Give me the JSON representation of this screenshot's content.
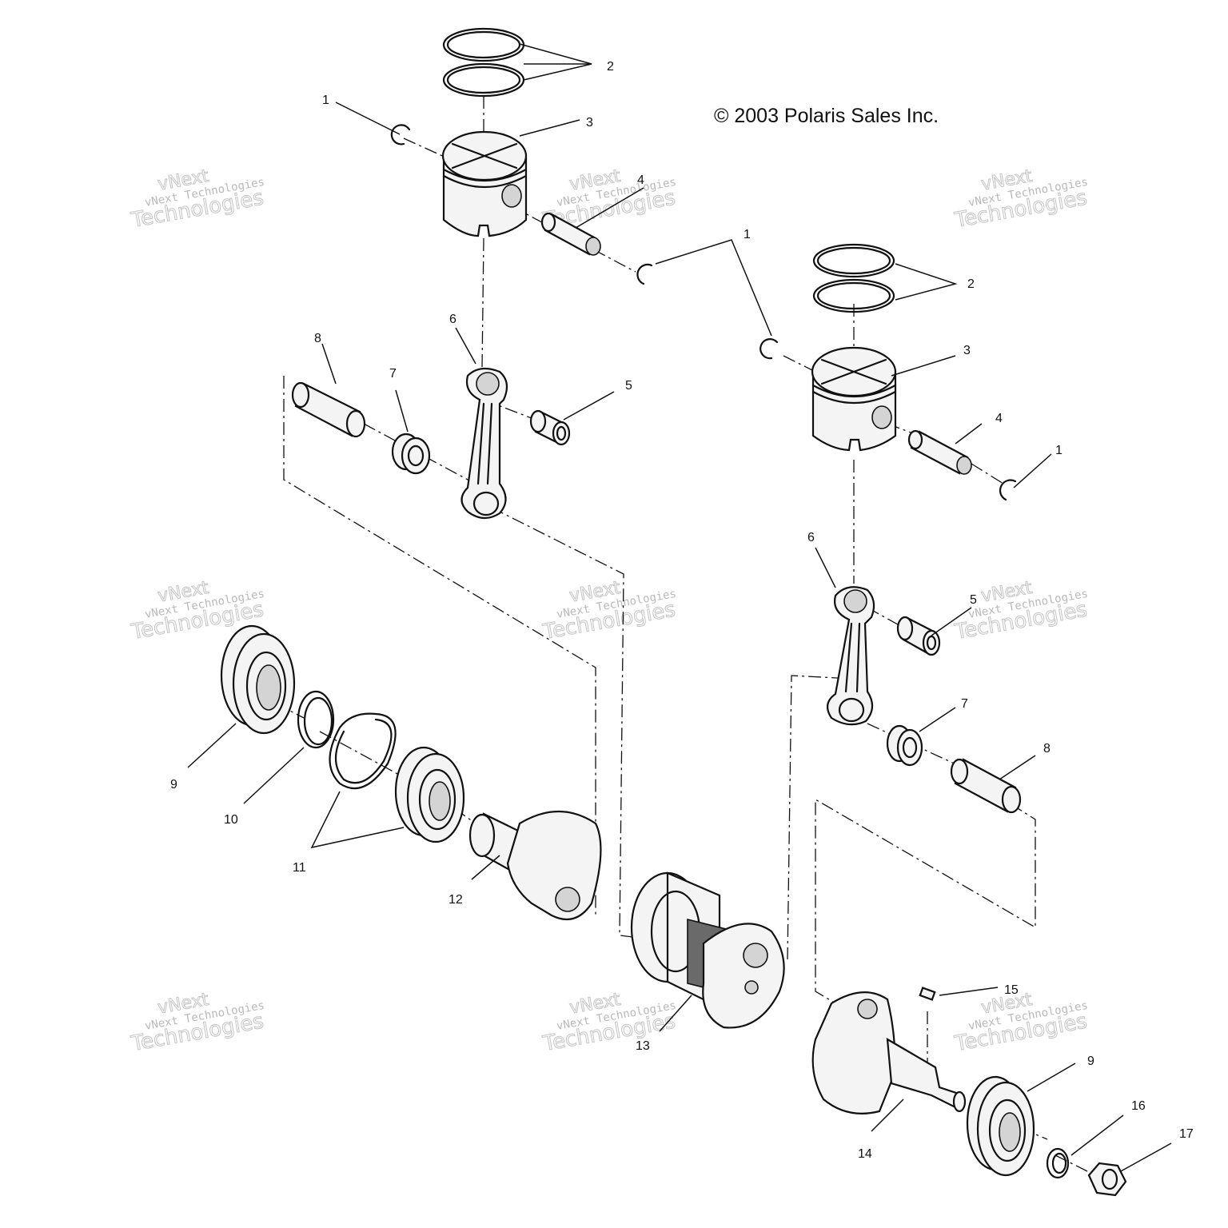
{
  "copyright": "© 2003 Polaris Sales Inc.",
  "watermark": {
    "line1": "vNext",
    "line2": "vNext Technologies",
    "line3": "Technologies"
  },
  "callouts": [
    "1",
    "2",
    "3",
    "4",
    "5",
    "6",
    "7",
    "8",
    "9",
    "10",
    "11",
    "12",
    "13",
    "14",
    "15",
    "16",
    "17"
  ],
  "colors": {
    "ink": "#111111",
    "watermark": "#b9b9b9",
    "background": "#ffffff"
  }
}
